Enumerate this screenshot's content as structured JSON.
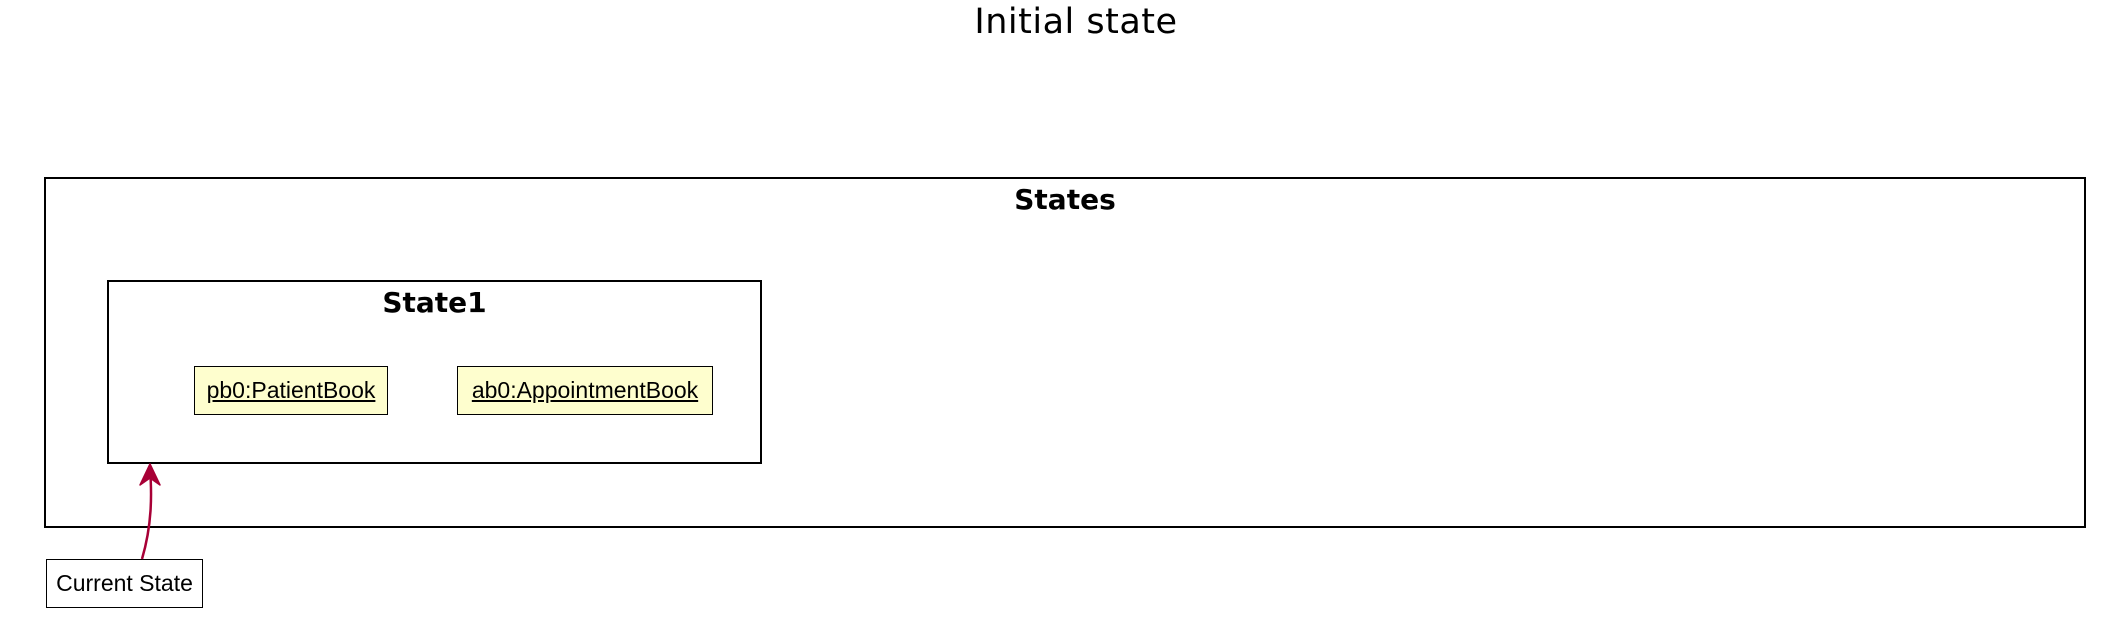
{
  "title": "Initial state",
  "states_frame": {
    "label": "States",
    "states": [
      {
        "label": "State1",
        "objects": [
          {
            "label": "pb0:PatientBook"
          },
          {
            "label": "ab0:AppointmentBook"
          }
        ]
      }
    ]
  },
  "pointer": {
    "label": "Current State",
    "target": "State1"
  },
  "colors": {
    "object_fill": "#fefece",
    "arrow": "#a80036",
    "border": "#000000",
    "background": "#ffffff"
  }
}
